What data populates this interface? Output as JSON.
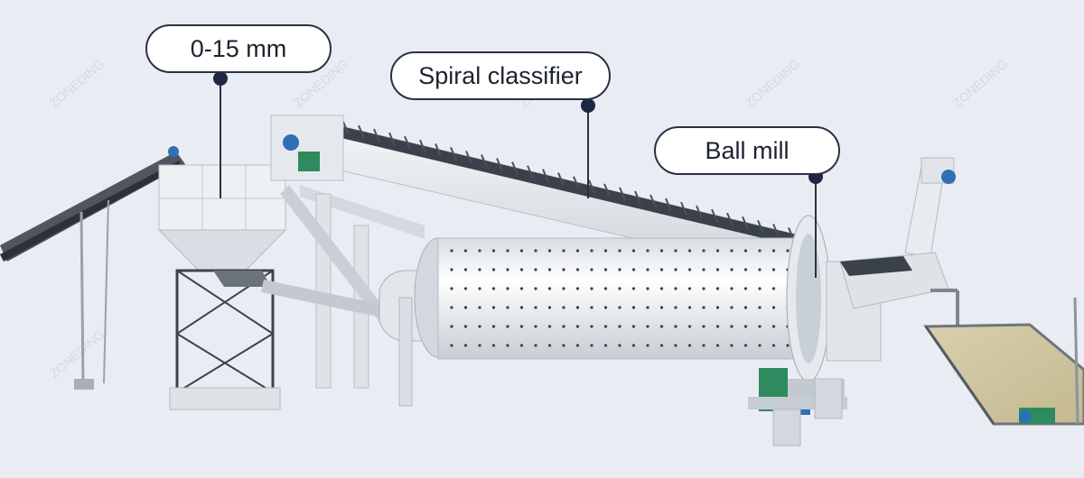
{
  "callouts": {
    "feed_size": "0-15 mm",
    "spiral_classifier": "Spiral classifier",
    "ball_mill": "Ball mill"
  },
  "watermark": "ZONEDING",
  "colors": {
    "background": "#e9edf3",
    "label_border": "#2a3144",
    "motor_blue": "#2f6fb5",
    "gear_green": "#2e8a5f",
    "machine_white": "#f4f6f8",
    "steel_gray": "#8d949c"
  },
  "icons": [
    "conveyor-belt",
    "feed-hopper",
    "spiral-classifier",
    "ball-mill",
    "drive-motor",
    "settling-tank"
  ]
}
